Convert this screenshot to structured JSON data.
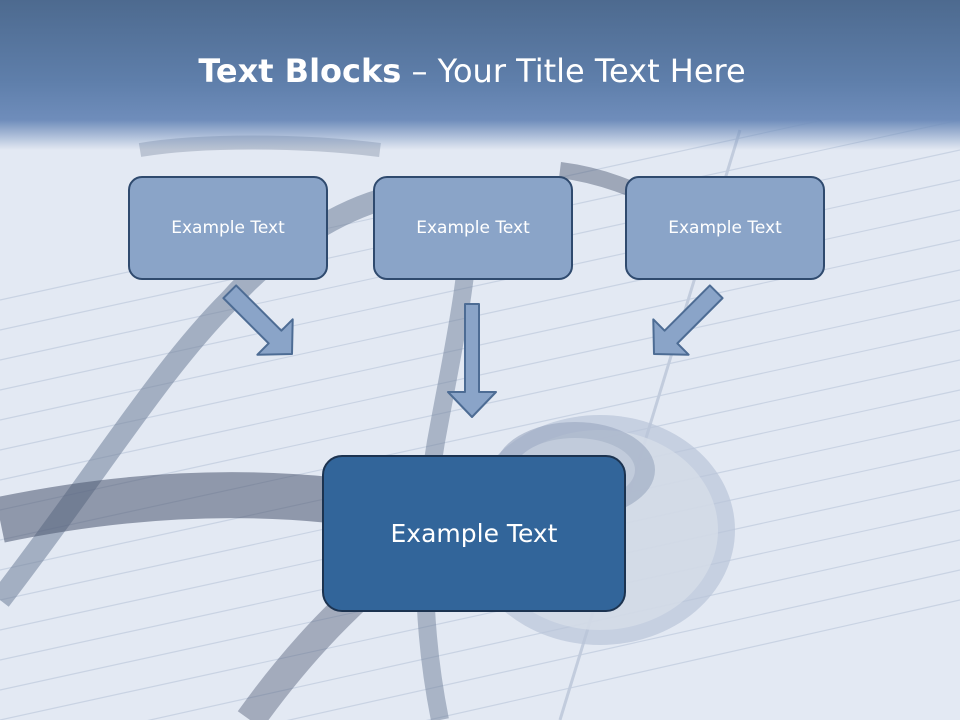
{
  "slide": {
    "title_bold": "Text Blocks",
    "title_dash": " – ",
    "title_rest": "Your Title Text Here"
  },
  "boxes": {
    "top_left": "Example Text",
    "top_center": "Example Text",
    "top_right": "Example Text",
    "bottom": "Example Text"
  },
  "colors": {
    "title_band": "#5f7fab",
    "small_box_fill": "#8aa4c8",
    "small_box_border": "#2f4a6e",
    "main_box_fill": "#32659a",
    "main_box_border": "#1c3350",
    "arrow_fill": "#8aa4c8",
    "arrow_stroke": "#4d6c94"
  },
  "icons": {
    "background": "stethoscope-on-notebook-photo",
    "arrows": "down-arrow-icon"
  }
}
